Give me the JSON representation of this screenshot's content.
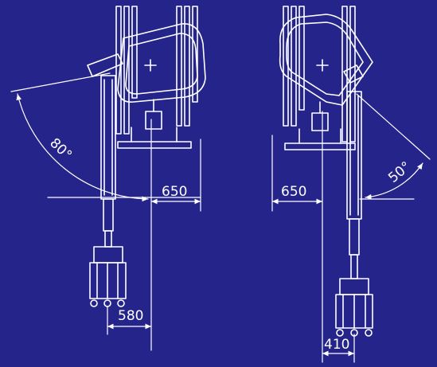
{
  "colors": {
    "background": "#25248a",
    "line": "#ffffff"
  },
  "left_view": {
    "angle_label": "80°",
    "horizontal_offset_label": "650",
    "bottom_offset_label": "580"
  },
  "right_view": {
    "angle_label": "50°",
    "horizontal_offset_label": "650",
    "bottom_offset_label": "410"
  }
}
